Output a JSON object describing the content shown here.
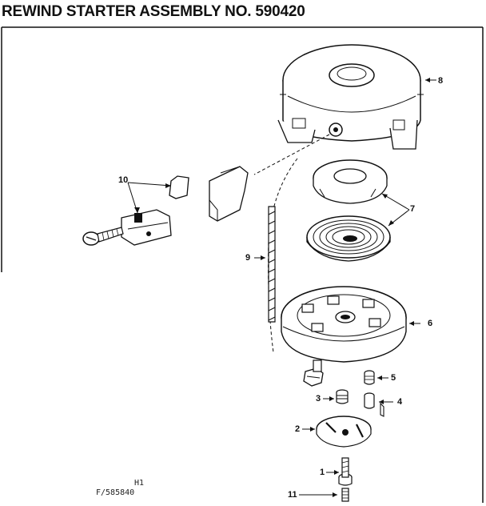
{
  "title": "REWIND STARTER ASSEMBLY NO. 590420",
  "callouts": {
    "c1": "1",
    "c2": "2",
    "c3": "3",
    "c4": "4",
    "c5": "5",
    "c6": "6",
    "c7": "7",
    "c8": "8",
    "c9": "9",
    "c10": "10",
    "c11": "11"
  },
  "footer": {
    "line1": "H1",
    "line2": "F/585840"
  }
}
